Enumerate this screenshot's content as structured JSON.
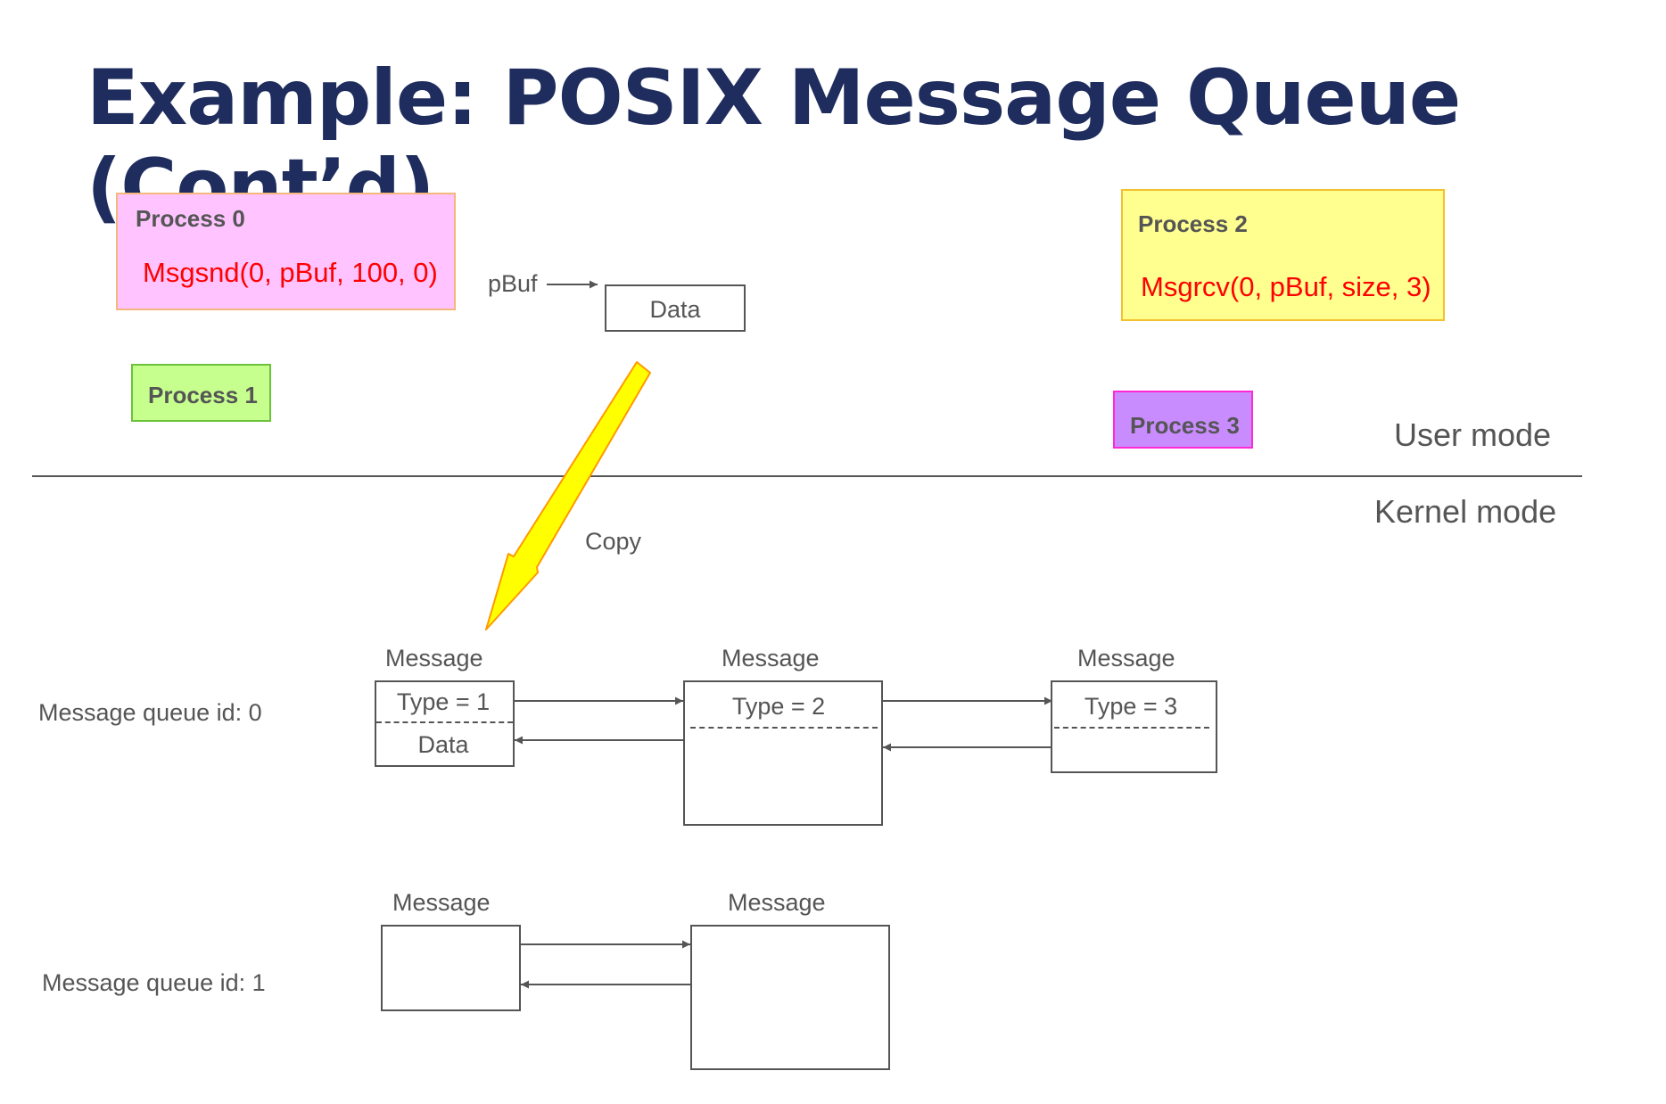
{
  "slide": {
    "title": "Example: POSIX Message Queue (Cont’d)"
  },
  "user_space": {
    "process0": {
      "label": "Process 0",
      "call": "Msgsnd(0, pBuf, 100, 0)",
      "fill": "#ffc4ff",
      "border": "#f4b77e"
    },
    "process1": {
      "label": "Process 1",
      "fill": "#c6ff8e",
      "border": "#6cc23a"
    },
    "process2": {
      "label": "Process 2",
      "call": "Msgrcv(0, pBuf, size, 3)",
      "fill": "#ffff8f",
      "border": "#f2c12e"
    },
    "process3": {
      "label": "Process 3",
      "fill": "#c98cff",
      "border": "#ff2ad4"
    },
    "pbuf_label": "pBuf",
    "data_box_label": "Data",
    "copy_label": "Copy",
    "arrow_colors": {
      "fill": "#ffff00",
      "stroke": "#ff9900"
    }
  },
  "modes": {
    "user": "User mode",
    "kernel": "Kernel mode"
  },
  "queue0": {
    "label": "Message queue id: 0",
    "messages": [
      {
        "header": "Message",
        "type": "Type = 1",
        "data": "Data"
      },
      {
        "header": "Message",
        "type": "Type = 2"
      },
      {
        "header": "Message",
        "type": "Type = 3"
      }
    ]
  },
  "queue1": {
    "label": "Message queue id: 1",
    "messages": [
      {
        "header": "Message"
      },
      {
        "header": "Message"
      }
    ]
  }
}
